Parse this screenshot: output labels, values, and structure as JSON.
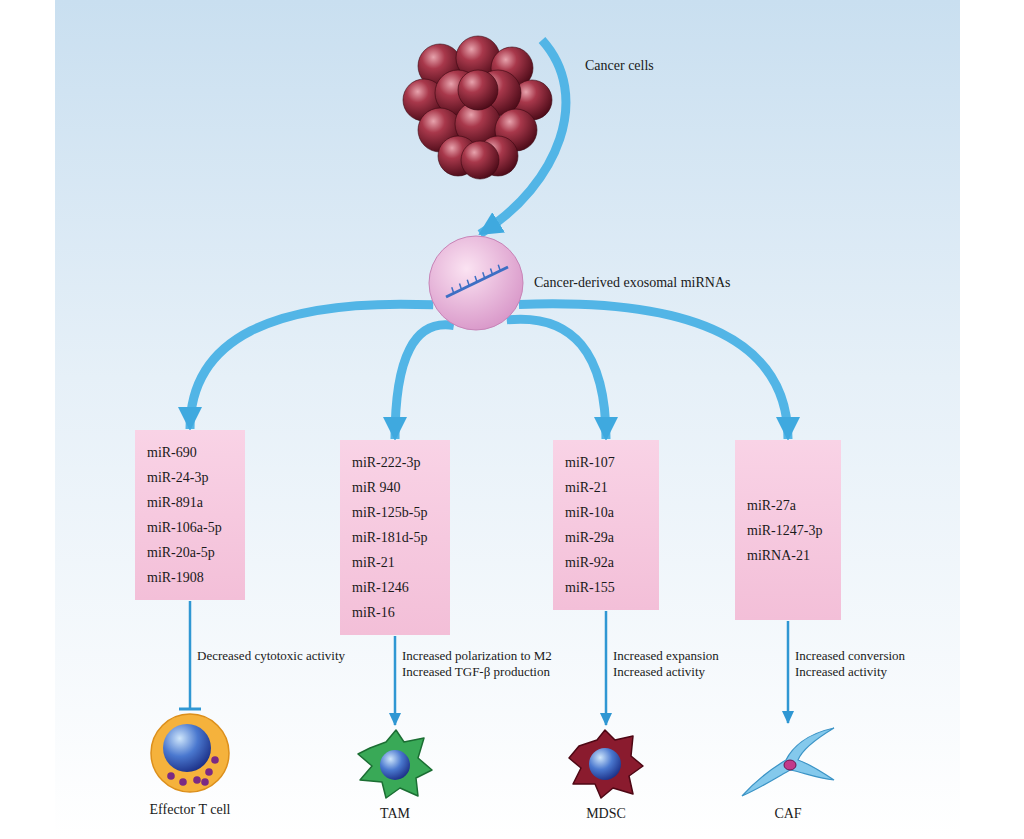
{
  "diagram": {
    "nodes": [
      {
        "text": [
          "Cancer cells"
        ]
      },
      {
        "text": [
          "Cancer-derived exosomal miRNAs"
        ]
      },
      {
        "text": [
          "miR-690",
          "miR-24-3p",
          "miR-891a",
          "miR-106a-5p",
          "miR-20a-5p",
          "miR-1908"
        ]
      },
      {
        "text": [
          "miR-222-3p",
          "miR 940",
          "miR-125b-5p",
          "miR-181d-5p",
          "miR-21",
          "miR-1246",
          "miR-16"
        ]
      },
      {
        "text": [
          "miR-107",
          "miR-21",
          "miR-10a",
          "miR-29a",
          "miR-92a",
          "miR-155"
        ]
      },
      {
        "text": [
          "miR-27a",
          "miR-1247-3p",
          "miRNA-21"
        ]
      },
      {
        "text": [
          "Effector T cell"
        ]
      },
      {
        "text": [
          "TAM"
        ]
      },
      {
        "text": [
          "MDSC"
        ]
      },
      {
        "text": [
          "CAF"
        ]
      }
    ],
    "edges": [
      {
        "from": 0,
        "to": 1,
        "arrow": "to"
      },
      {
        "from": 1,
        "to": 2,
        "arrow": "to"
      },
      {
        "from": 1,
        "to": 3,
        "arrow": "to"
      },
      {
        "from": 1,
        "to": 4,
        "arrow": "to"
      },
      {
        "from": 1,
        "to": 5,
        "arrow": "to"
      },
      {
        "from": 2,
        "to": 6,
        "label": "Decreased cytotoxic activity",
        "arrow": "to"
      },
      {
        "from": 3,
        "to": 7,
        "label": "Increased polarization to M2 Increased TGF-β production",
        "arrow": "to"
      },
      {
        "from": 4,
        "to": 8,
        "label": "Increased expansion Increased activity",
        "arrow": "to"
      },
      {
        "from": 5,
        "to": 9,
        "label": "Increased conversion Increased activity",
        "arrow": "to"
      }
    ]
  }
}
